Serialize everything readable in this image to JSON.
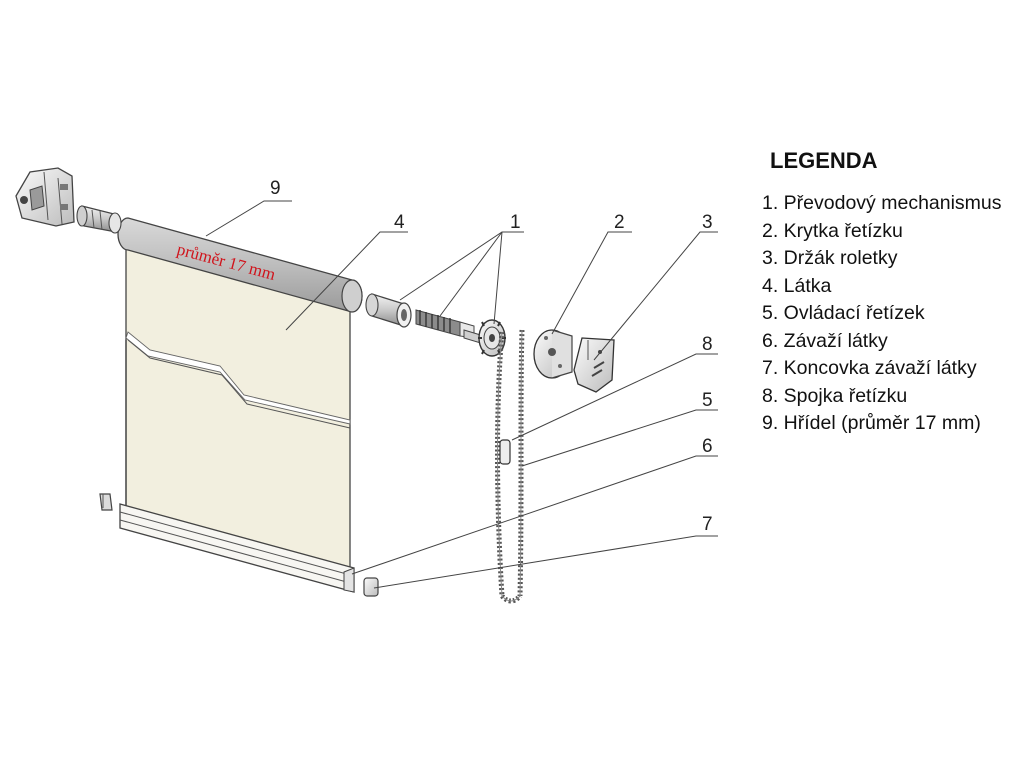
{
  "legend": {
    "title": "LEGENDA",
    "items": [
      "1. Převodový mechanismus",
      "2. Krytka řetízku",
      "3. Držák roletky",
      "4. Látka",
      "5. Ovládací řetízek",
      "6. Závaží látky",
      "7. Koncovka závaží látky",
      "8. Spojka řetízku",
      "9. Hřídel (průměr 17 mm)"
    ]
  },
  "callouts": {
    "n1": "1",
    "n2": "2",
    "n3": "3",
    "n4": "4",
    "n5": "5",
    "n6": "6",
    "n7": "7",
    "n8": "8",
    "n9": "9"
  },
  "shaft_label": "průměr 17 mm",
  "colors": {
    "fabric": "#f2efdf",
    "shaft": "#bdbdbd",
    "dimension_text": "#d0141c",
    "line": "#444444"
  }
}
